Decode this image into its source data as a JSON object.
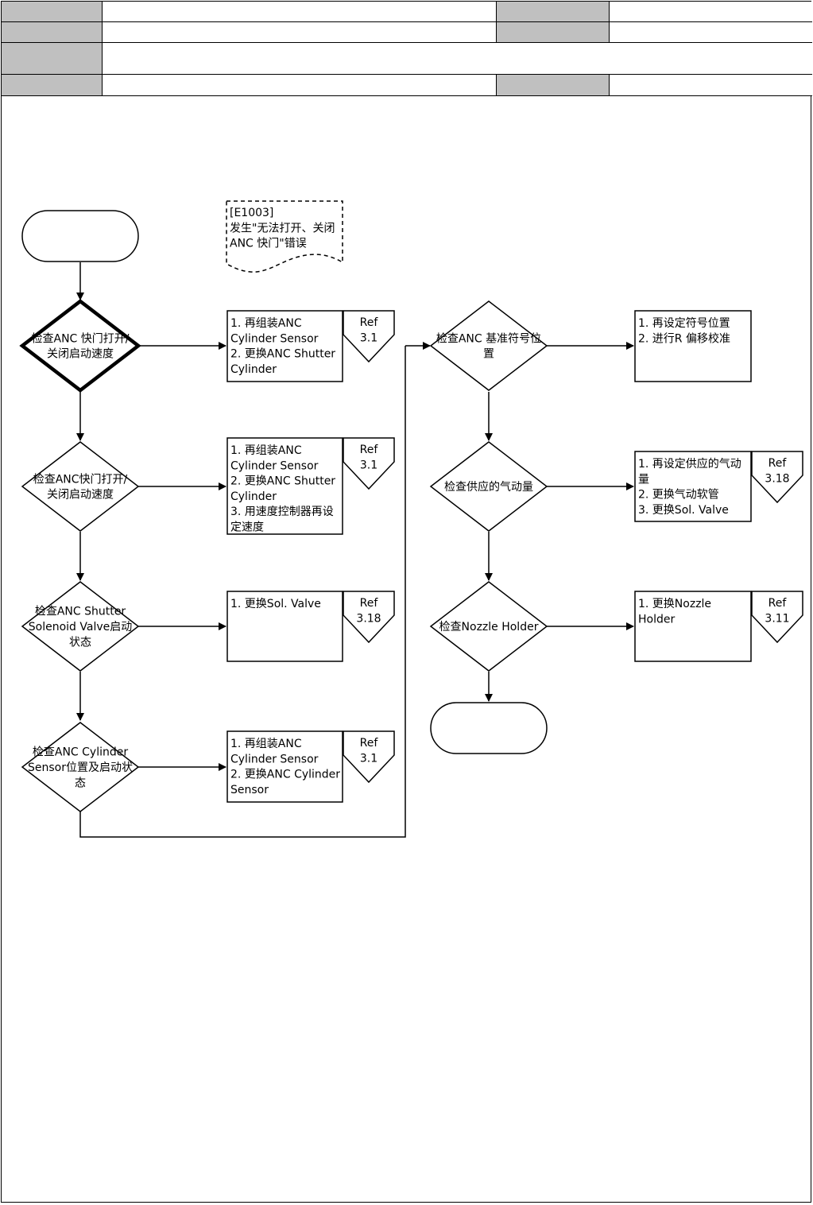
{
  "header": {
    "rows": [
      {
        "label": "",
        "value": "",
        "label2": "",
        "value2": ""
      },
      {
        "label": "",
        "value": "",
        "label2": "",
        "value2": ""
      },
      {
        "label": "",
        "value": ""
      },
      {
        "label": "",
        "value": "",
        "label2": "",
        "value2": ""
      }
    ]
  },
  "flow": {
    "start_label": "",
    "end_label": "",
    "note": [
      "[E1003]",
      "发生\"无法打开、关闭",
      "ANC 快门\"错误"
    ],
    "left_steps": [
      {
        "decision": [
          "检查ANC 快门打开/",
          "关闭启动速度"
        ],
        "actions": [
          "1. 再组装ANC",
          "Cylinder Sensor",
          "2. 更换ANC Shutter",
          "Cylinder"
        ],
        "ref": [
          "Ref",
          "3.1"
        ]
      },
      {
        "decision": [
          "检查ANC快门打开/",
          "关闭启动速度"
        ],
        "actions": [
          "1. 再组装ANC",
          "Cylinder Sensor",
          "2. 更换ANC Shutter",
          "Cylinder",
          "3. 用速度控制器再设",
          "定速度"
        ],
        "ref": [
          "Ref",
          "3.1"
        ]
      },
      {
        "decision": [
          "检查ANC Shutter",
          "Solenoid Valve启动",
          "状态"
        ],
        "actions": [
          "1. 更换Sol. Valve"
        ],
        "ref": [
          "Ref",
          "3.18"
        ]
      },
      {
        "decision": [
          "检查ANC Cylinder",
          "Sensor位置及启动状",
          "态"
        ],
        "actions": [
          "1. 再组装ANC",
          "Cylinder Sensor",
          "2. 更换ANC Cylinder",
          "Sensor"
        ],
        "ref": [
          "Ref",
          "3.1"
        ]
      }
    ],
    "right_steps": [
      {
        "decision": [
          "检查ANC 基准符号位",
          "置"
        ],
        "actions": [
          "1. 再设定符号位置",
          "2. 进行R 偏移校准"
        ],
        "ref": null
      },
      {
        "decision": [
          "检查供应的气动量"
        ],
        "actions": [
          "1. 再设定供应的气动",
          "量",
          "2. 更换气动软管",
          "3. 更换Sol. Valve"
        ],
        "ref": [
          "Ref",
          "3.18"
        ]
      },
      {
        "decision": [
          "检查Nozzle Holder"
        ],
        "actions": [
          "1. 更换Nozzle",
          "Holder"
        ],
        "ref": [
          "Ref",
          "3.11"
        ]
      }
    ]
  },
  "colors": {
    "header_label_bg": "#c0c0c0",
    "line": "#000000",
    "background": "#ffffff"
  }
}
